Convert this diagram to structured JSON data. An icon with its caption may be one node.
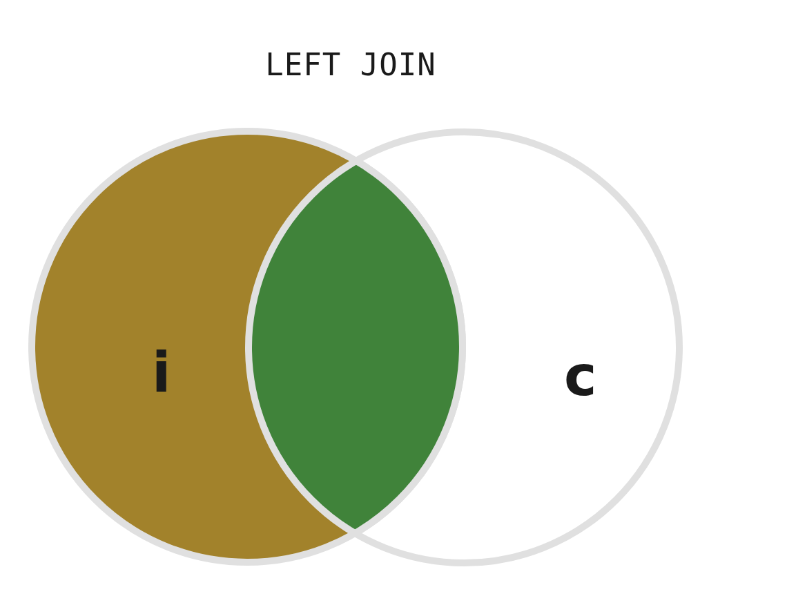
{
  "diagram": {
    "title": "LEFT JOIN",
    "nodes": [
      {
        "text": [
          "i"
        ]
      },
      {
        "text": [
          "c"
        ]
      }
    ]
  }
}
